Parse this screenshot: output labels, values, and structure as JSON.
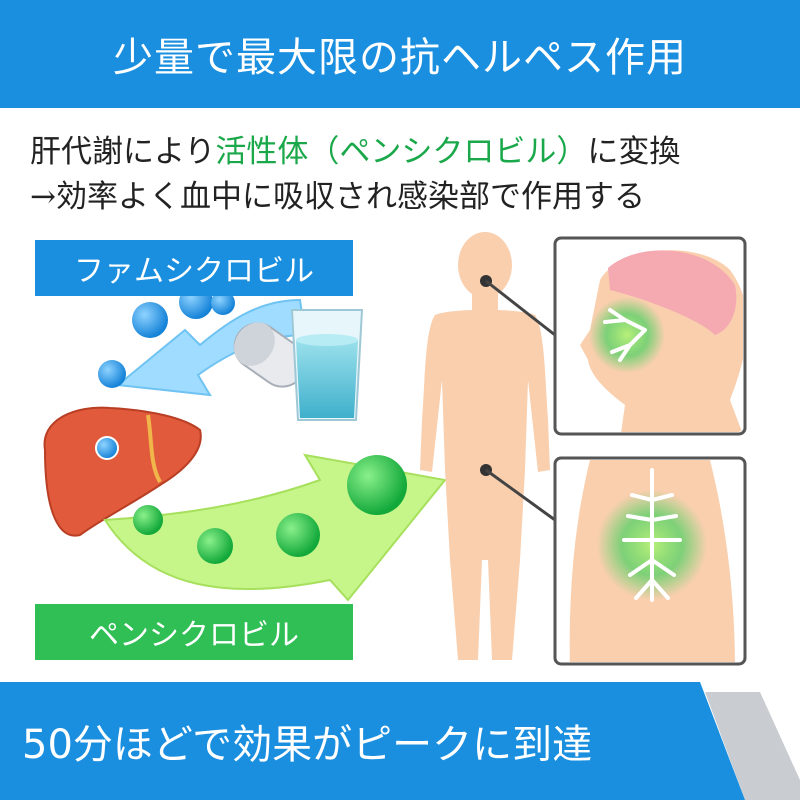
{
  "header": {
    "title": "少量で最大限の抗ヘルペス作用"
  },
  "description": {
    "line1_before": "肝代謝により",
    "line1_highlight": "活性体（ペンシクロビル）",
    "line1_after": "に変換",
    "line2": "→効率よく血中に吸収され感染部で作用する"
  },
  "labels": {
    "prodrug": "ファムシクロビル",
    "active": "ペンシクロビル"
  },
  "footer": {
    "text": "50分ほどで効果がピークに到達"
  },
  "colors": {
    "blue": "#1a8fe0",
    "green": "#2fbf55",
    "highlight": "#1aa84a",
    "skin": "#f9cfae"
  }
}
